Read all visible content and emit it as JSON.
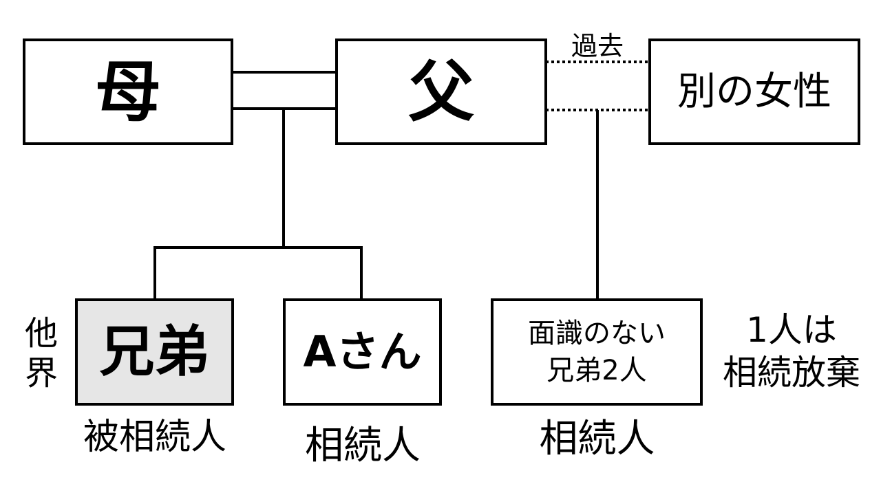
{
  "people": {
    "mother": "母",
    "father": "父",
    "other_woman": "別の女性",
    "sibling": "兄弟",
    "a_san": "Aさん",
    "half_siblings_line1": "面識のない",
    "half_siblings_line2": "兄弟2人"
  },
  "labels": {
    "past": "過去",
    "deceased": "他界",
    "decedent": "被相続人",
    "heir_a": "相続人",
    "heir_half": "相続人",
    "renounce_line1": "1人は",
    "renounce_line2": "相続放棄"
  },
  "colors": {
    "decedent_fill": "#e6e6e6",
    "line": "#000000"
  }
}
